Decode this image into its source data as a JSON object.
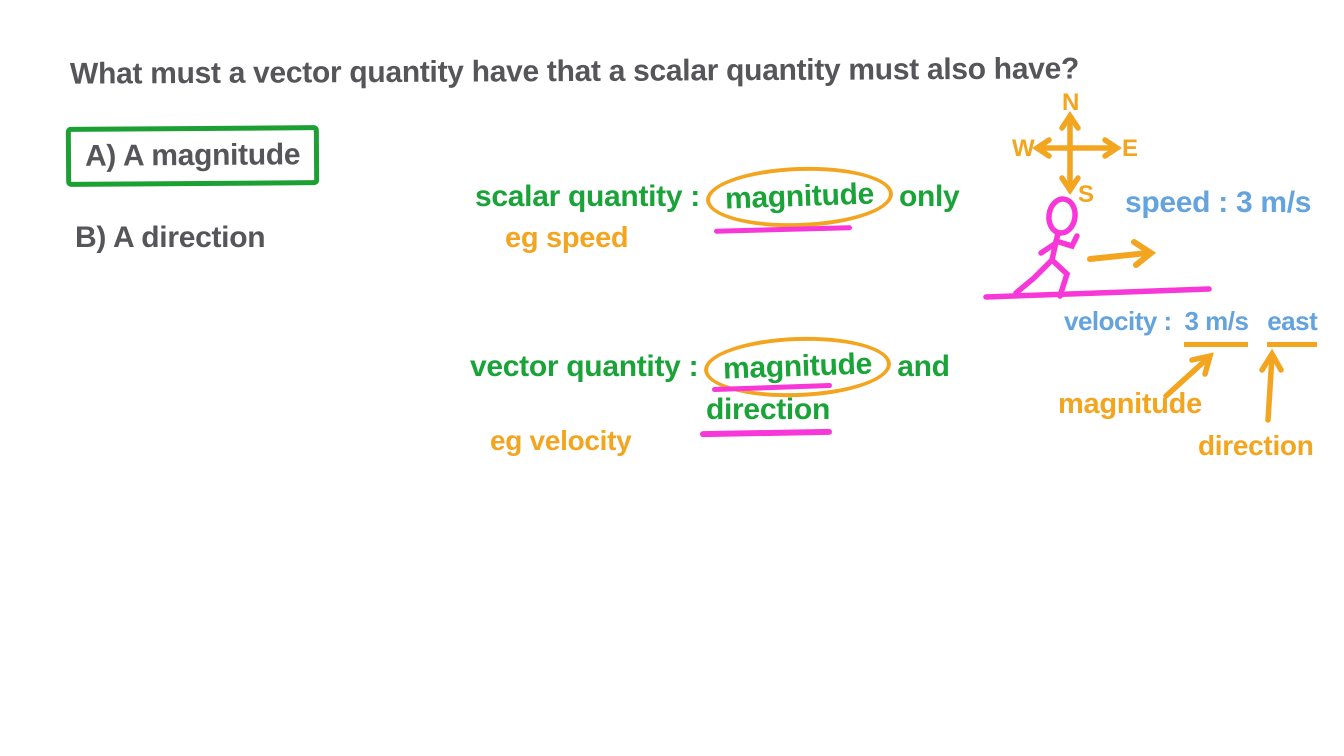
{
  "question": {
    "text": "What must a vector quantity have that a scalar quantity must also have?"
  },
  "options": [
    {
      "label": "A) A magnitude",
      "highlighted": true
    },
    {
      "label": "B) A direction",
      "highlighted": false
    }
  ],
  "scalar_note": {
    "label": "scalar quantity :",
    "circled_word": "magnitude",
    "rest": "only",
    "example": "eg speed"
  },
  "vector_note": {
    "label": "vector quantity :",
    "circled_word": "magnitude",
    "rest": "and",
    "line2": "direction",
    "example": "eg velocity"
  },
  "diagram": {
    "compass": {
      "n": "N",
      "e": "E",
      "s": "S",
      "w": "W"
    },
    "speed_label": "speed : 3 m/s",
    "velocity": {
      "prefix": "velocity :",
      "magnitude_part": "3 m/s",
      "direction_part": "east"
    },
    "magnitude_callout": "magnitude",
    "direction_callout": "direction"
  },
  "colors": {
    "ink": "#55555a",
    "green": "#1aa338",
    "orange": "#f3a51f",
    "magenta": "#f837d8",
    "blue": "#64a3dc",
    "boxgreen": "#1c9f33"
  }
}
